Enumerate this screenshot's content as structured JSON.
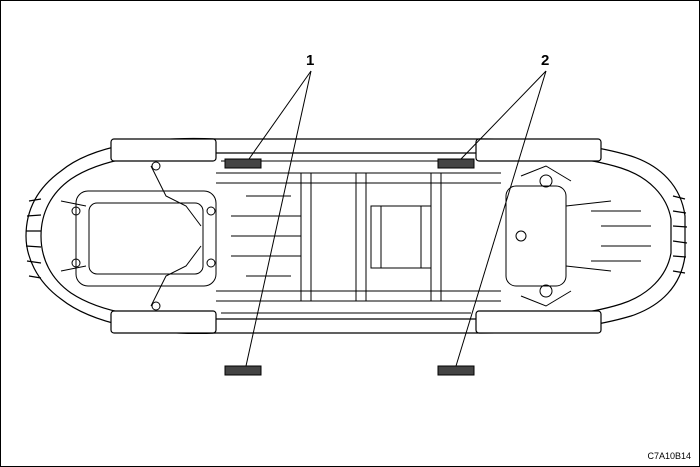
{
  "diagram": {
    "callouts": [
      {
        "id": "1",
        "label": "1"
      },
      {
        "id": "2",
        "label": "2"
      }
    ],
    "figure_code": "C7A10B14"
  },
  "colors": {
    "line": "#000000",
    "pad_fill": "#444444",
    "background": "#ffffff"
  }
}
